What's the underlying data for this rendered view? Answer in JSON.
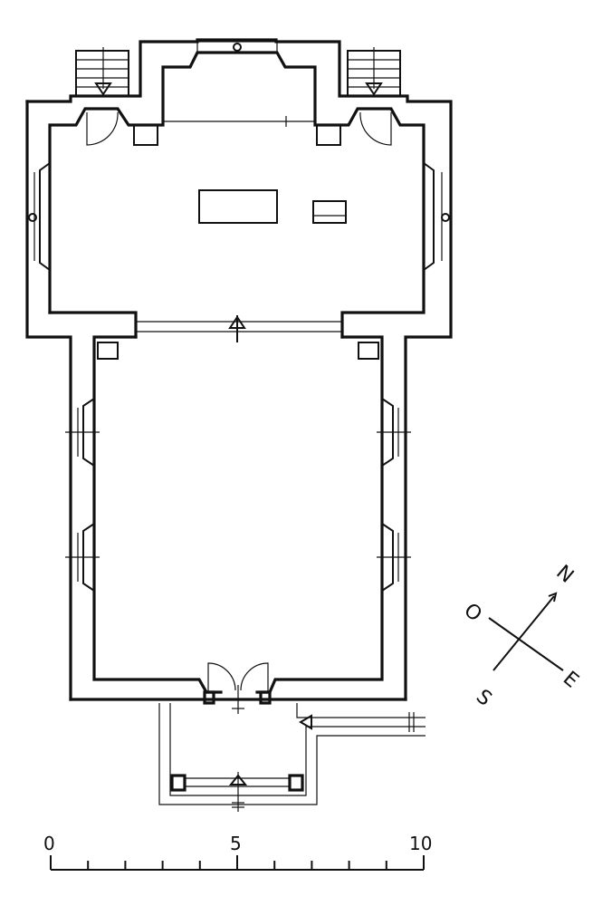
{
  "compass": {
    "north": "N",
    "east": "E",
    "south": "S",
    "west": "O"
  },
  "scale_bar": {
    "labels": [
      "0",
      "5",
      "10"
    ]
  },
  "colors": {
    "ink": "#111111",
    "paper": "#ffffff"
  }
}
